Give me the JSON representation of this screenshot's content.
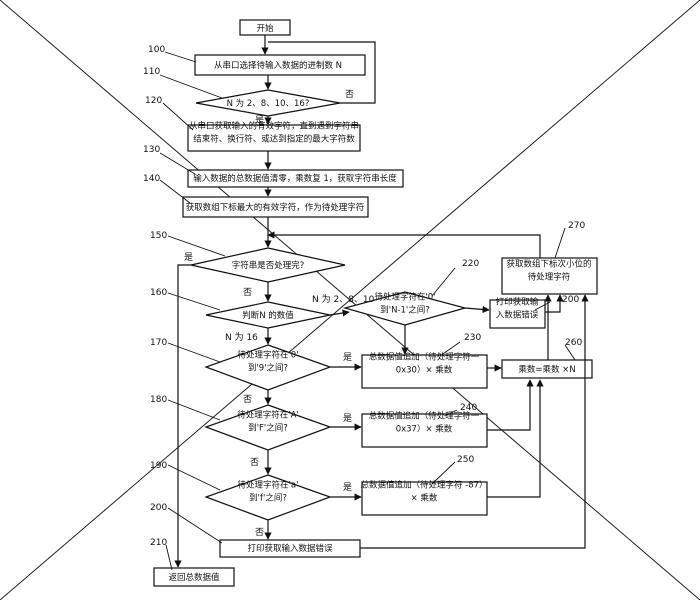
{
  "flowchart": {
    "nodes": [
      {
        "id": "start",
        "text": [
          "开始"
        ]
      },
      {
        "id": "n100",
        "ref": "100",
        "text": [
          "从串口选择待输入数据的进制数 N"
        ]
      },
      {
        "id": "n110",
        "ref": "110",
        "text": [
          "N 为 2、8、10、16?"
        ]
      },
      {
        "id": "n120",
        "ref": "120",
        "text": [
          "从串口获取输入的有效字符，直到遇到字符串",
          "结束符、换行符、或达到指定的最大字符数"
        ]
      },
      {
        "id": "n130",
        "ref": "130",
        "text": [
          "输入数据的总数据值清零，乘数复 1，获取字符串长度"
        ]
      },
      {
        "id": "n140",
        "ref": "140",
        "text": [
          "获取数组下标最大的有效字符，作为待处理字符"
        ]
      },
      {
        "id": "n150",
        "ref": "150",
        "text": [
          "字符串是否处理完?"
        ]
      },
      {
        "id": "n160",
        "ref": "160",
        "text": [
          "判断N 的数值"
        ]
      },
      {
        "id": "n170",
        "ref": "170",
        "text": [
          "待处理字符在'0'",
          "到'9'之间?"
        ]
      },
      {
        "id": "n180",
        "ref": "180",
        "text": [
          "待处理字符在'A'",
          "到'F'之间?"
        ]
      },
      {
        "id": "n190",
        "ref": "190",
        "text": [
          "待处理字符在'a'",
          "到'f'之间?"
        ]
      },
      {
        "id": "n200b",
        "ref": "200",
        "text": [
          "打印获取输入数据错误"
        ]
      },
      {
        "id": "n210",
        "ref": "210",
        "text": [
          "返回总数据值"
        ]
      },
      {
        "id": "n220",
        "ref": "220",
        "text": [
          "待处理字符在'0'",
          "到'N-1'之间?"
        ]
      },
      {
        "id": "n200r",
        "ref": "200",
        "text": [
          "打印获取输",
          "入数据错误"
        ]
      },
      {
        "id": "n230",
        "ref": "230",
        "text": [
          "总数据值追加（待处理字符一",
          "0x30）× 乘数"
        ]
      },
      {
        "id": "n240",
        "ref": "240",
        "text": [
          "总数据值追加（待处理字符一",
          "0x37）× 乘数"
        ]
      },
      {
        "id": "n250",
        "ref": "250",
        "text": [
          "总数据值追加（待处理字符 -87）",
          "× 乘数"
        ]
      },
      {
        "id": "n260",
        "ref": "260",
        "text": [
          "乘数=乘数 ×N"
        ]
      },
      {
        "id": "n270",
        "ref": "270",
        "text": [
          "获取数组下标次小位的",
          "待处理字符"
        ]
      }
    ],
    "edge_labels": {
      "no_110": "否",
      "yes_110": "是",
      "yes_150": "是",
      "no_150": "否",
      "n_2_8_10": "N 为 2、8、10",
      "n_16": "N 为 16",
      "yes_170": "是",
      "no_170": "否",
      "yes_180": "是",
      "no_180": "否",
      "yes_190": "是",
      "no_190": "否"
    }
  }
}
